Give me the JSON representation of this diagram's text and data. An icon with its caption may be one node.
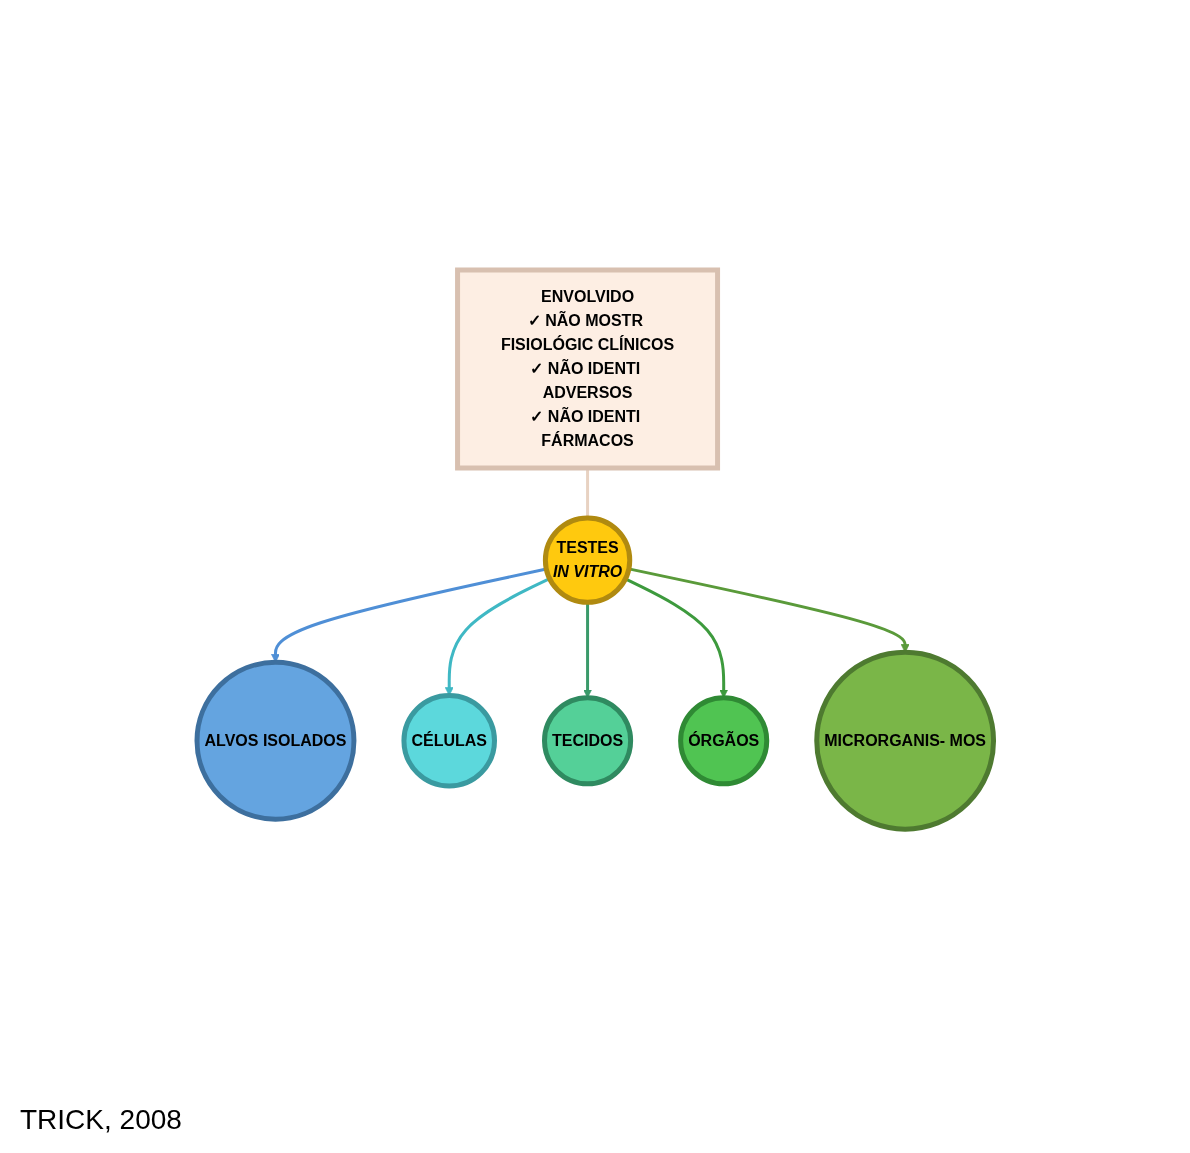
{
  "diagram": {
    "nodes": [
      {
        "text": [
          "ALVOS ISOLADOS"
        ]
      },
      {
        "text": [
          "ENVOLVIDO",
          "✓ NÃO MOSTR FISIOLÓGIC CLÍNICOS",
          "✓ NÃO IDENTI ADVERSOS",
          "✓ NÃO IDENTI FÁRMACOS"
        ]
      },
      {
        "text": [
          "MICRORGANIS- MOS"
        ]
      },
      {
        "text": [
          "TESTES",
          "IN VITRO"
        ]
      },
      {
        "text": [
          "CÉLULAS"
        ]
      },
      {
        "text": [
          "ÓRGÃOS"
        ]
      },
      {
        "text": [
          "TECIDOS"
        ]
      }
    ],
    "edges": [
      {
        "from": 3,
        "to": 0,
        "arrow": "to",
        "color": "#4f8fd6"
      },
      {
        "from": 3,
        "to": 4,
        "arrow": "to",
        "color": "#3fb8c4"
      },
      {
        "from": 3,
        "to": 6,
        "arrow": "to",
        "color": "#3a9a6a"
      },
      {
        "from": 3,
        "to": 5,
        "arrow": "to",
        "color": "#3d9a3d"
      },
      {
        "from": 3,
        "to": 2,
        "arrow": "to",
        "color": "#5a9a3a"
      },
      {
        "from": 1,
        "to": 3,
        "arrow": "none",
        "color": "#e8d2c2"
      }
    ],
    "labels": [
      "TRICK, 2008"
    ]
  }
}
